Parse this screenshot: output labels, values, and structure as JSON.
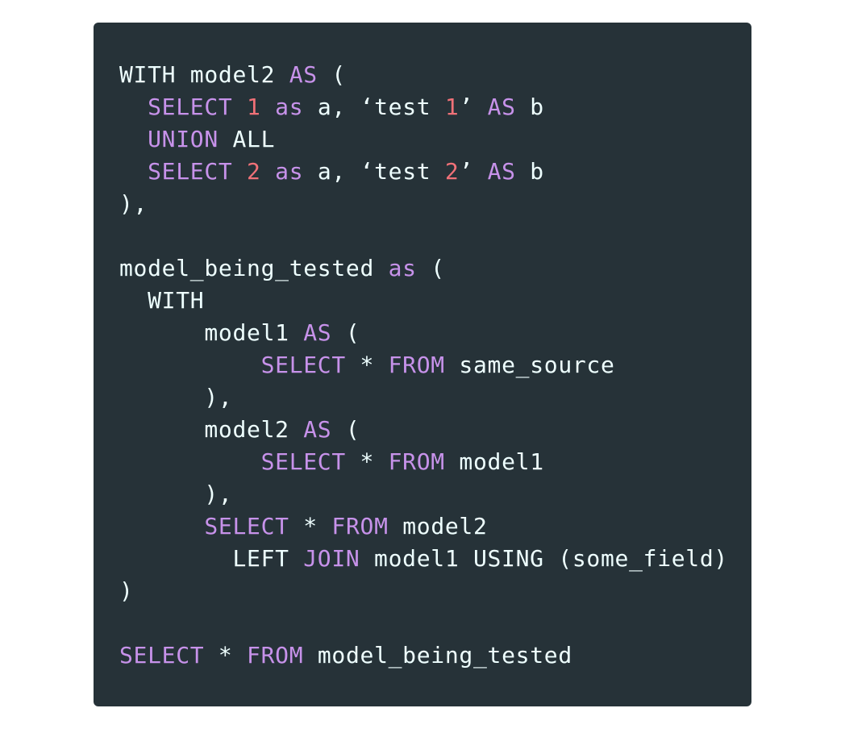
{
  "colors": {
    "background": "#263238",
    "keyword": "#c792ea",
    "number": "#f07178",
    "text": "#eeffff"
  },
  "code": {
    "lines": [
      [
        {
          "t": "WITH model2 ",
          "c": "txt"
        },
        {
          "t": "AS",
          "c": "kw"
        },
        {
          "t": " (",
          "c": "txt"
        }
      ],
      [
        {
          "t": "  ",
          "c": "txt"
        },
        {
          "t": "SELECT",
          "c": "kw"
        },
        {
          "t": " ",
          "c": "txt"
        },
        {
          "t": "1",
          "c": "num"
        },
        {
          "t": " ",
          "c": "txt"
        },
        {
          "t": "as",
          "c": "kw"
        },
        {
          "t": " a, ‘test ",
          "c": "txt"
        },
        {
          "t": "1",
          "c": "num"
        },
        {
          "t": "’ ",
          "c": "txt"
        },
        {
          "t": "AS",
          "c": "kw"
        },
        {
          "t": " b",
          "c": "txt"
        }
      ],
      [
        {
          "t": "  ",
          "c": "txt"
        },
        {
          "t": "UNION",
          "c": "kw"
        },
        {
          "t": " ALL",
          "c": "txt"
        }
      ],
      [
        {
          "t": "  ",
          "c": "txt"
        },
        {
          "t": "SELECT",
          "c": "kw"
        },
        {
          "t": " ",
          "c": "txt"
        },
        {
          "t": "2",
          "c": "num"
        },
        {
          "t": " ",
          "c": "txt"
        },
        {
          "t": "as",
          "c": "kw"
        },
        {
          "t": " a, ‘test ",
          "c": "txt"
        },
        {
          "t": "2",
          "c": "num"
        },
        {
          "t": "’ ",
          "c": "txt"
        },
        {
          "t": "AS",
          "c": "kw"
        },
        {
          "t": " b",
          "c": "txt"
        }
      ],
      [
        {
          "t": "),",
          "c": "txt"
        }
      ],
      [],
      [
        {
          "t": "model_being_tested ",
          "c": "txt"
        },
        {
          "t": "as",
          "c": "kw"
        },
        {
          "t": " (",
          "c": "txt"
        }
      ],
      [
        {
          "t": "  WITH",
          "c": "txt"
        }
      ],
      [
        {
          "t": "      model1 ",
          "c": "txt"
        },
        {
          "t": "AS",
          "c": "kw"
        },
        {
          "t": " (",
          "c": "txt"
        }
      ],
      [
        {
          "t": "          ",
          "c": "txt"
        },
        {
          "t": "SELECT",
          "c": "kw"
        },
        {
          "t": " * ",
          "c": "txt"
        },
        {
          "t": "FROM",
          "c": "kw"
        },
        {
          "t": " same_source",
          "c": "txt"
        }
      ],
      [
        {
          "t": "      ),",
          "c": "txt"
        }
      ],
      [
        {
          "t": "      model2 ",
          "c": "txt"
        },
        {
          "t": "AS",
          "c": "kw"
        },
        {
          "t": " (",
          "c": "txt"
        }
      ],
      [
        {
          "t": "          ",
          "c": "txt"
        },
        {
          "t": "SELECT",
          "c": "kw"
        },
        {
          "t": " * ",
          "c": "txt"
        },
        {
          "t": "FROM",
          "c": "kw"
        },
        {
          "t": " model1",
          "c": "txt"
        }
      ],
      [
        {
          "t": "      ),",
          "c": "txt"
        }
      ],
      [
        {
          "t": "      ",
          "c": "txt"
        },
        {
          "t": "SELECT",
          "c": "kw"
        },
        {
          "t": " * ",
          "c": "txt"
        },
        {
          "t": "FROM",
          "c": "kw"
        },
        {
          "t": " model2",
          "c": "txt"
        }
      ],
      [
        {
          "t": "        LEFT ",
          "c": "txt"
        },
        {
          "t": "JOIN",
          "c": "kw"
        },
        {
          "t": " model1 USING (some_field)",
          "c": "txt"
        }
      ],
      [
        {
          "t": ")",
          "c": "txt"
        }
      ],
      [],
      [
        {
          "t": "SELECT",
          "c": "kw"
        },
        {
          "t": " * ",
          "c": "txt"
        },
        {
          "t": "FROM",
          "c": "kw"
        },
        {
          "t": " model_being_tested",
          "c": "txt"
        }
      ]
    ]
  }
}
